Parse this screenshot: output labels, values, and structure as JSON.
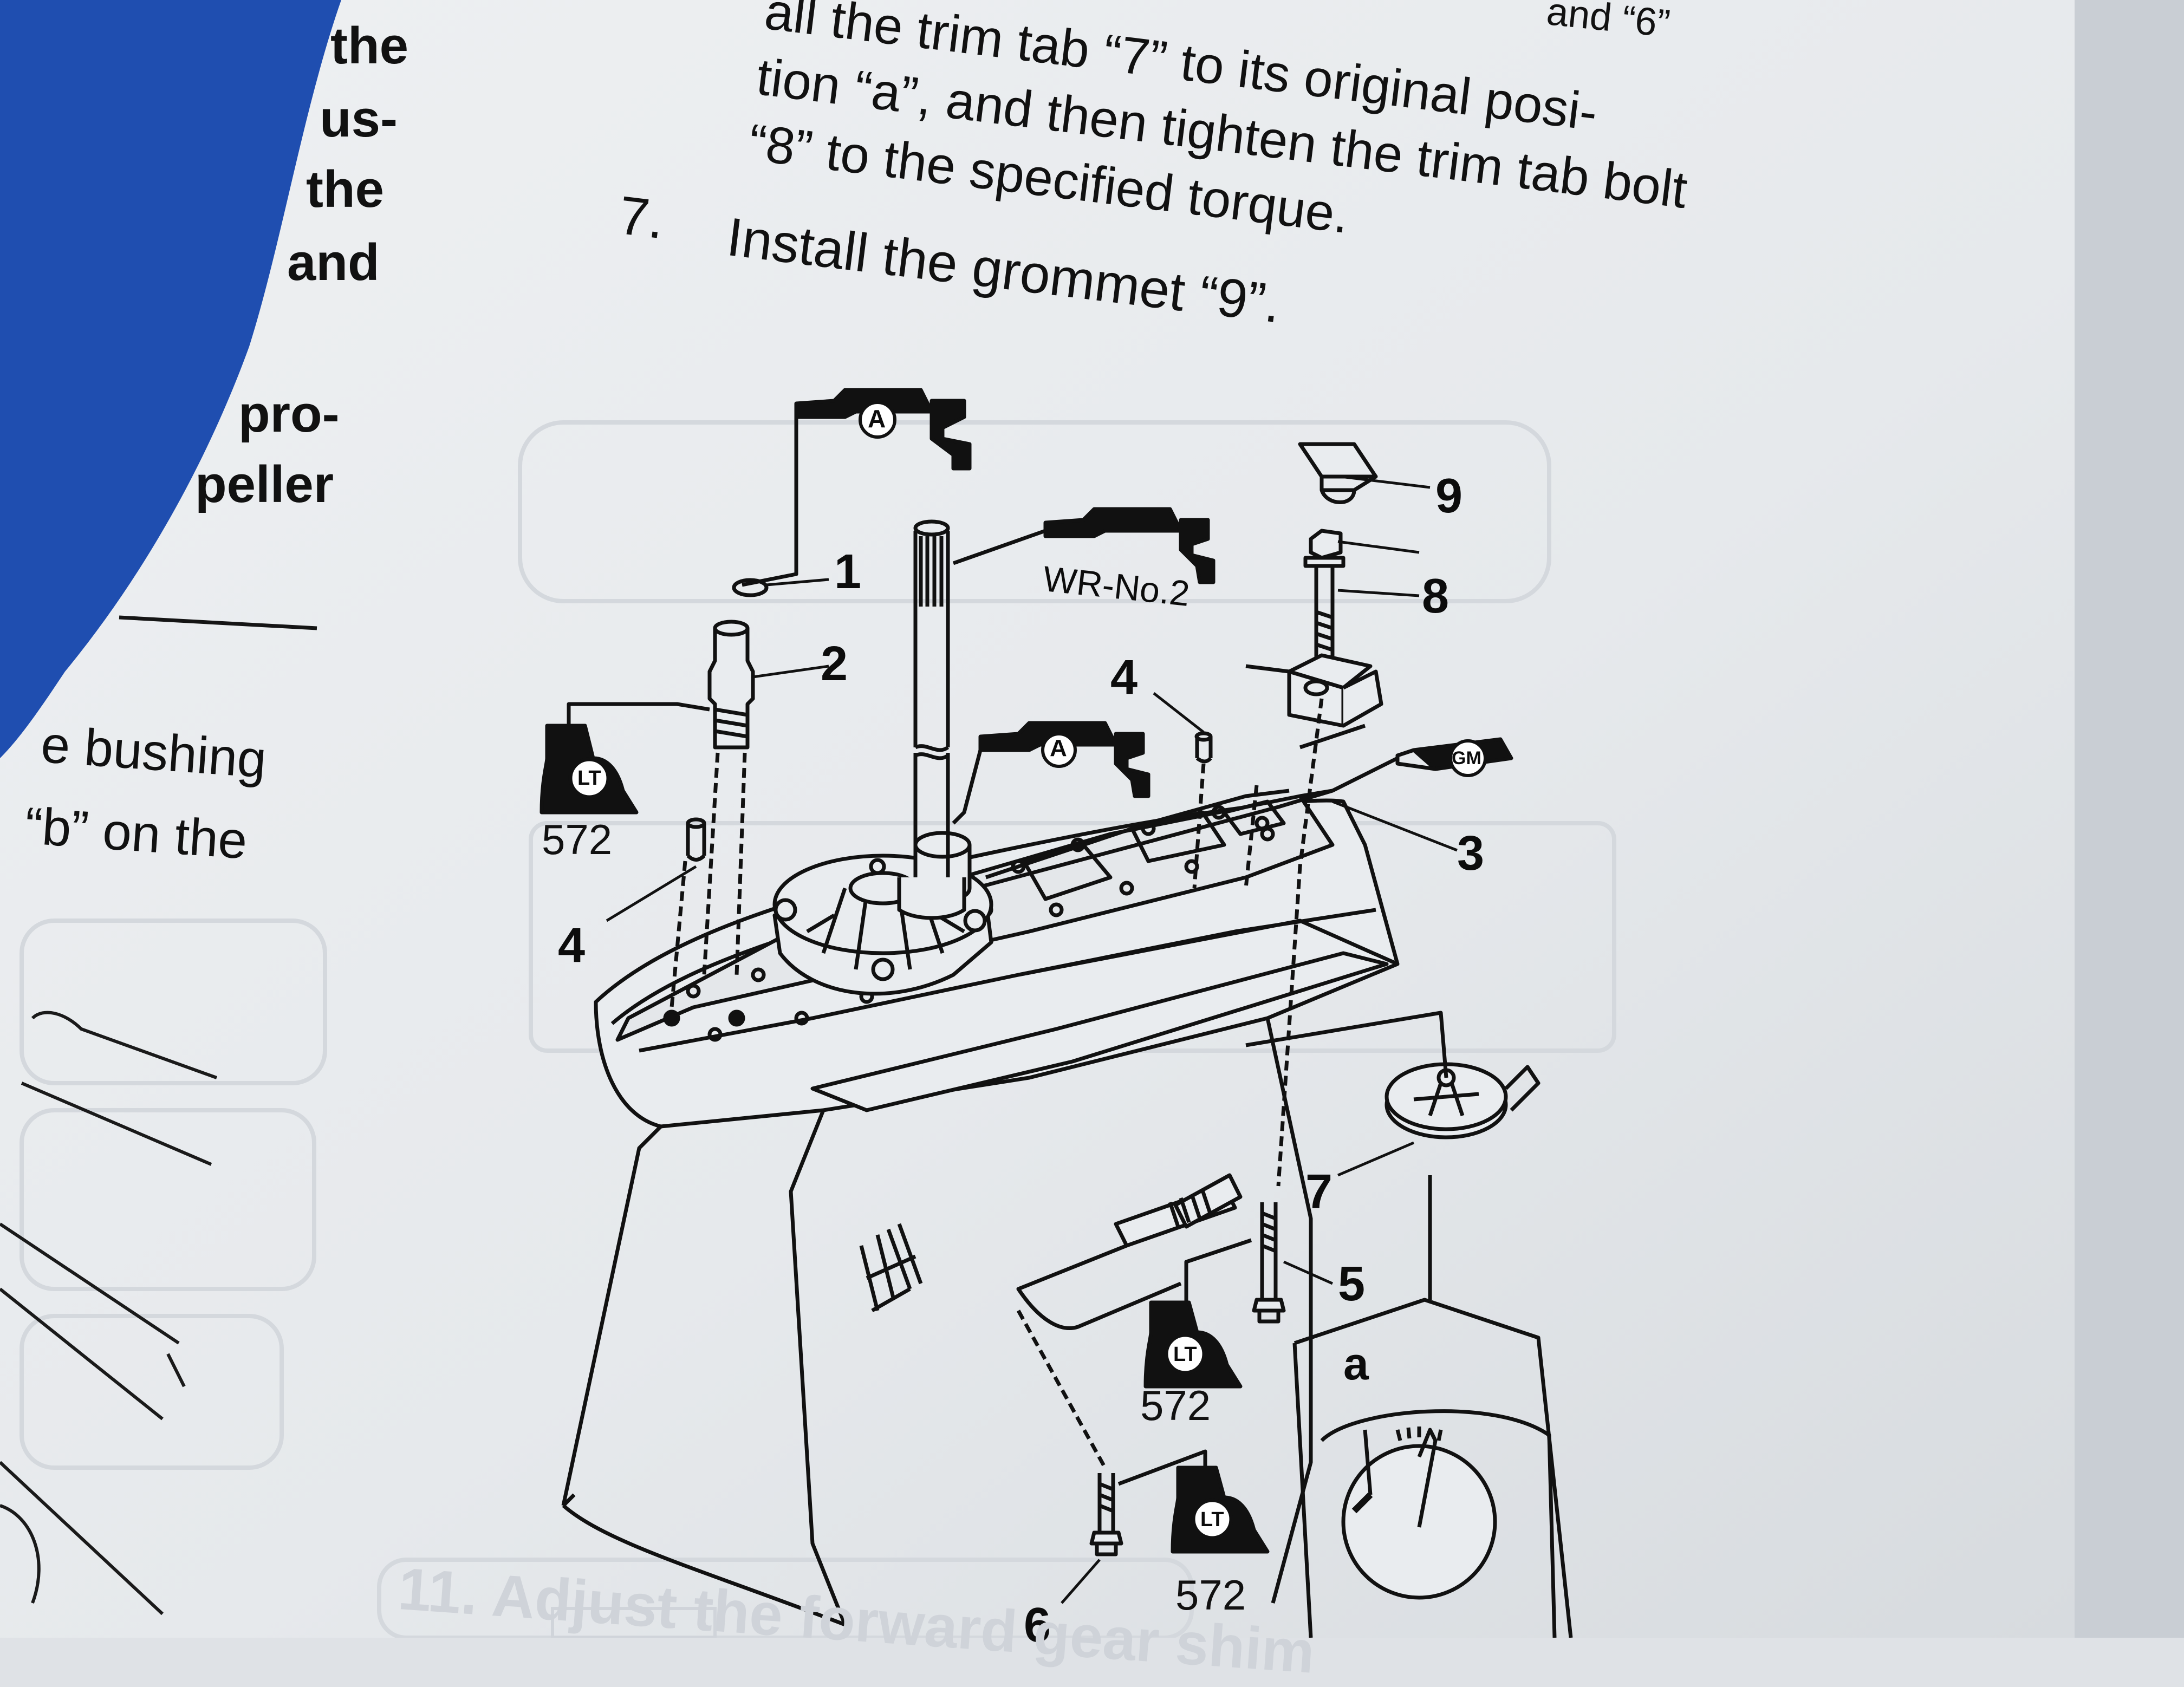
{
  "page": {
    "top_right_text": "and “6”",
    "step6_lines": [
      "all the trim tab “7” to its original posi-",
      "tion “a”, and then tighten the trim tab bolt",
      "“8” to the specified torque."
    ],
    "step7_number": "7.",
    "step7_text": "Install the grommet “9”.",
    "left_column": {
      "fragments": [
        "the",
        "us-",
        "the",
        "and",
        "pro-",
        "peller",
        "e bushing",
        "“b” on the"
      ]
    },
    "show_through": {
      "bottom_right": "11. Adjust the forward gear shim"
    }
  },
  "diagram": {
    "callouts": [
      "1",
      "2",
      "3",
      "4",
      "4",
      "5",
      "6",
      "7",
      "8",
      "9"
    ],
    "position_label": "a",
    "grease_marks": [
      "A",
      "A",
      "GM"
    ],
    "grease_label": "WR-No.2",
    "locktite": [
      {
        "badge": "LT",
        "code": "572"
      },
      {
        "badge": "LT",
        "code": "572"
      },
      {
        "badge": "LT",
        "code": "572"
      }
    ]
  },
  "colors": {
    "paper": "#e9ecef",
    "ink": "#111111",
    "cover_blue": "#1f4eb0"
  }
}
